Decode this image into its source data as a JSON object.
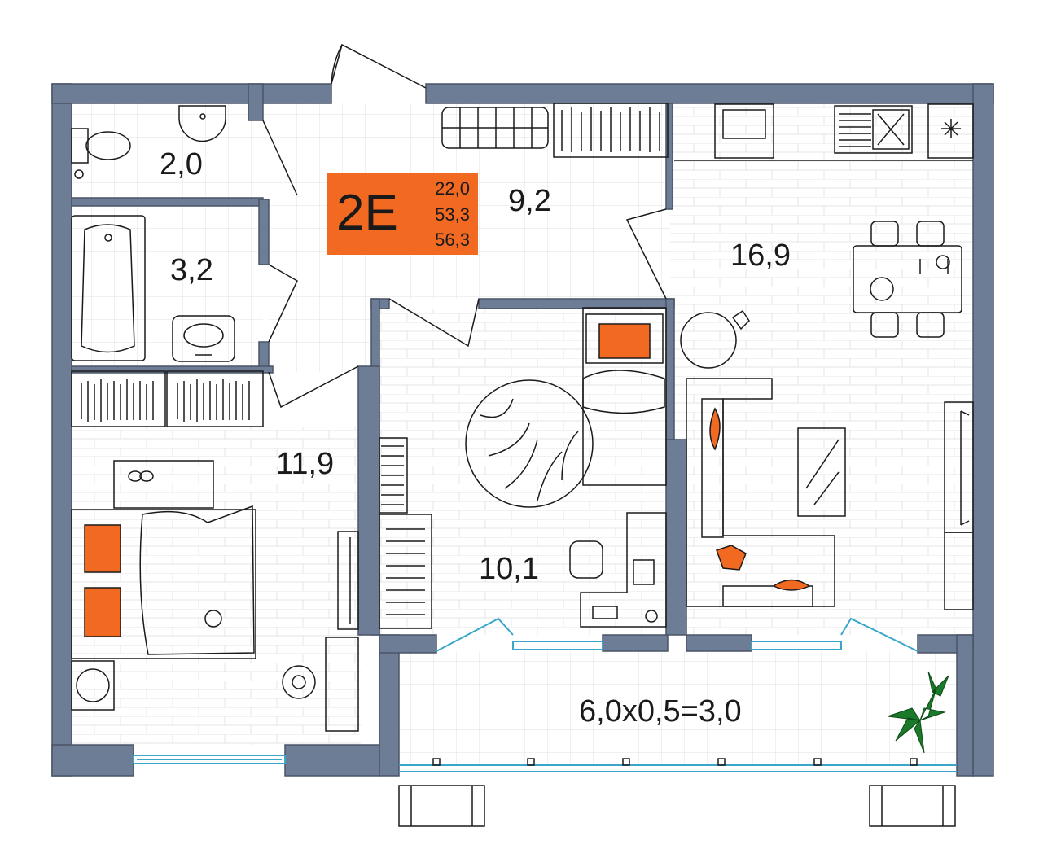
{
  "apartment": {
    "code": "2E",
    "areas": [
      "22,0",
      "53,3",
      "56,3"
    ]
  },
  "rooms": {
    "wc": "2,0",
    "bathroom": "3,2",
    "hallway": "9,2",
    "kitchen_living": "16,9",
    "bedroom": "11,9",
    "child_room": "10,1",
    "balcony": "6,0x0,5=3,0"
  },
  "colors": {
    "wall": "#6e7d96",
    "accent": "#f26a21",
    "window": "#3aa6c9",
    "line": "#1a1a1a",
    "floor_grid": "#d9d9d9"
  }
}
